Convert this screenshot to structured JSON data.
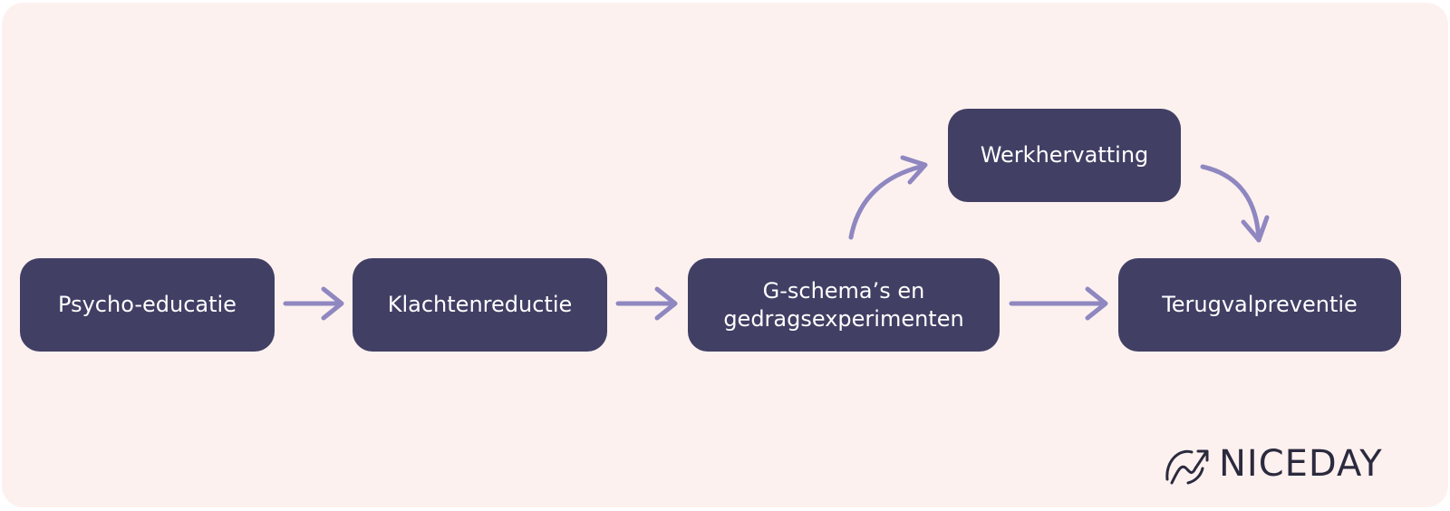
{
  "colors": {
    "background": "#fdf1ef",
    "node_fill": "#413f64",
    "node_text": "#ffffff",
    "arrow": "#8f87c0",
    "logo": "#2b2a3e"
  },
  "nodes": {
    "psycho_educatie": "Psycho-educatie",
    "klachtenreductie": "Klachtenreductie",
    "g_schemas": "G-schema’s en\ngedragsexperimenten",
    "werkhervatting": "Werkhervatting",
    "terugvalpreventie": "Terugvalpreventie"
  },
  "edges": [
    {
      "from": "Psycho-educatie",
      "to": "Klachtenreductie"
    },
    {
      "from": "Klachtenreductie",
      "to": "G-schema’s en gedragsexperimenten"
    },
    {
      "from": "G-schema’s en gedragsexperimenten",
      "to": "Terugvalpreventie"
    },
    {
      "from": "G-schema’s en gedragsexperimenten",
      "to": "Werkhervatting"
    },
    {
      "from": "Werkhervatting",
      "to": "Terugvalpreventie"
    }
  ],
  "logo": {
    "text": "NICEDAY",
    "icon": "niceday-logo-icon"
  }
}
